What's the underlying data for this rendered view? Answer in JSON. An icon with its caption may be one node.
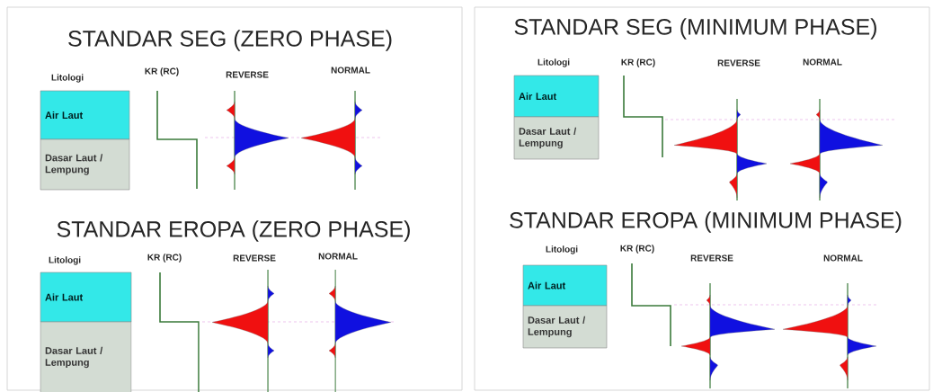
{
  "diagram": {
    "nodes": [
      {
        "text": [
          "Air Laut"
        ]
      },
      {
        "text": [
          "Dasar Laut / Lempung"
        ]
      },
      {
        "text": [
          "Air Laut"
        ]
      },
      {
        "text": [
          "Dasar Laut / Lempung"
        ]
      },
      {
        "text": [
          "Air Laut"
        ]
      },
      {
        "text": [
          "Dasar Laut / Lempung"
        ]
      },
      {
        "text": [
          "Air Laut"
        ]
      },
      {
        "text": [
          "Dasar Laut / Lempung"
        ]
      }
    ],
    "labels": [
      "STANDAR SEG (ZERO PHASE)",
      "Litologi",
      "KR (RC)",
      "REVERSE",
      "NORMAL",
      "STANDAR SEG (MINIMUM PHASE)",
      "Litologi",
      "KR (RC)",
      "REVERSE",
      "NORMAL",
      "STANDAR EROPA (ZERO PHASE)",
      "Litologi",
      "KR (RC)",
      "REVERSE",
      "NORMAL",
      "STANDAR EROPA (MINIMUM PHASE)",
      "Litologi",
      "KR (RC)",
      "REVERSE",
      "NORMAL"
    ]
  }
}
